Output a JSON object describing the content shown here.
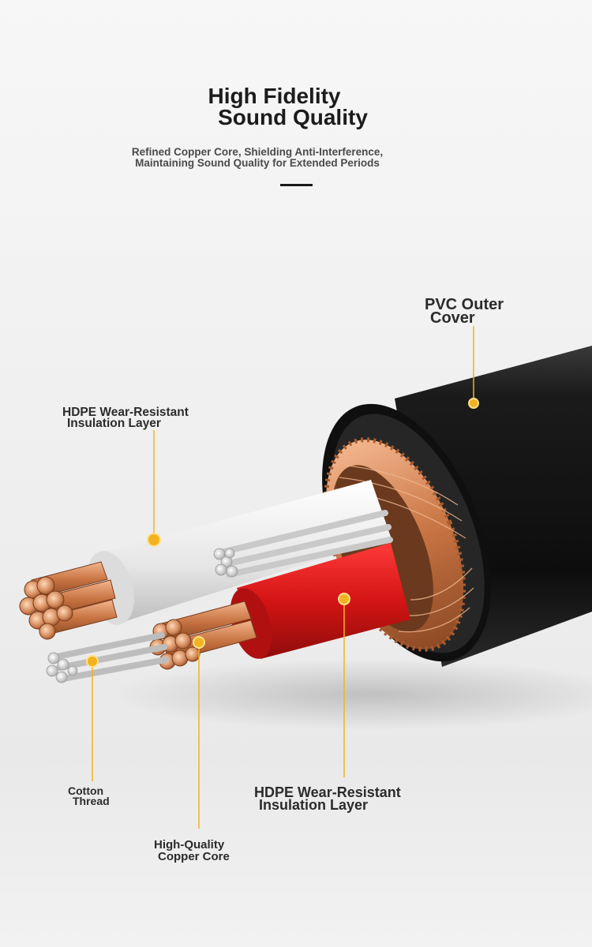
{
  "header": {
    "title_line1": "High Fidelity",
    "title_line2": "Sound Quality",
    "subtitle_line1": "Refined Copper Core, Shielding Anti-Interference,",
    "subtitle_line2": "Maintaining Sound Quality for Extended Periods"
  },
  "labels": {
    "pvc_outer_cover": {
      "line1": "PVC Outer",
      "line2": "Cover"
    },
    "hdpe_white": {
      "line1": "HDPE Wear-Resistant",
      "line2": "Insulation Layer"
    },
    "cotton_thread": {
      "line1": "Cotton",
      "line2": "Thread"
    },
    "copper_core": {
      "line1": "High-Quality",
      "line2": "Copper Core"
    },
    "hdpe_red": {
      "line1": "HDPE Wear-Resistant",
      "line2": "Insulation Layer"
    }
  },
  "colors": {
    "marker": "#f2b320",
    "copper": "#c9774a",
    "jacket": "#141414",
    "red_insulation": "#d61d1d",
    "white_insulation": "#eeeeee"
  }
}
